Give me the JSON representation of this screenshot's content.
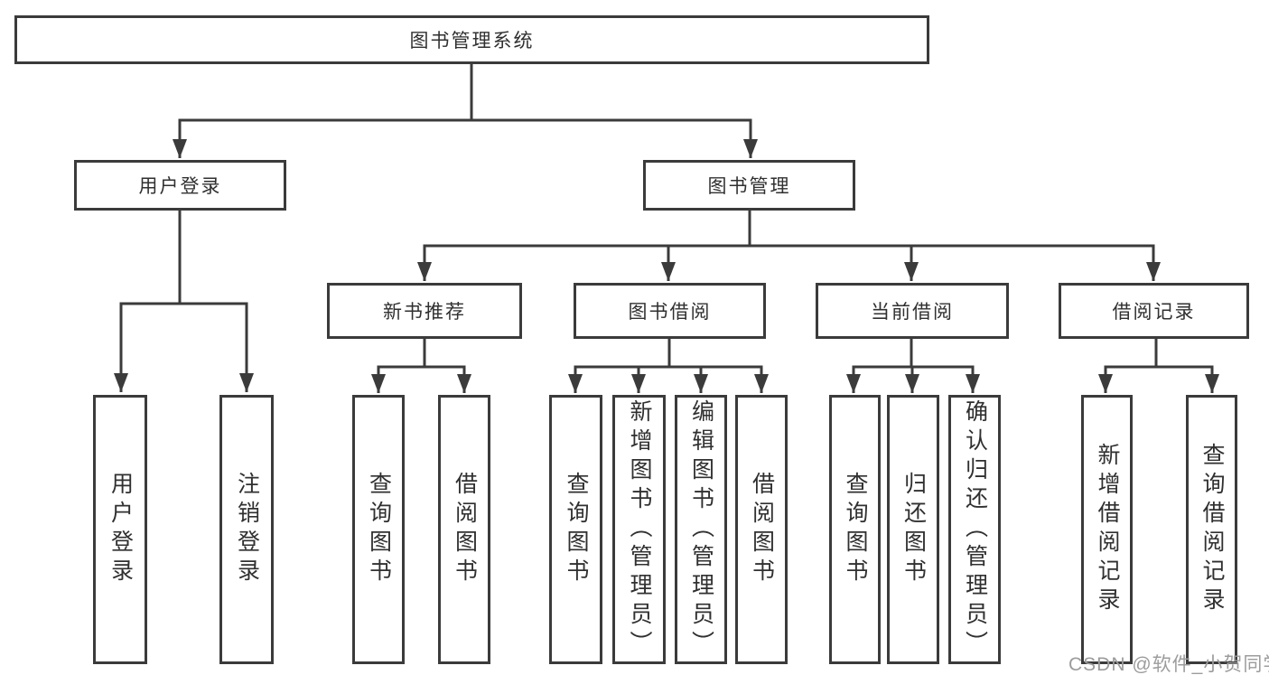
{
  "diagram": {
    "root": {
      "label": "图书管理系统"
    },
    "level2": [
      {
        "label": "用户登录"
      },
      {
        "label": "图书管理"
      }
    ],
    "level3": [
      {
        "label": "新书推荐"
      },
      {
        "label": "图书借阅"
      },
      {
        "label": "当前借阅"
      },
      {
        "label": "借阅记录"
      }
    ],
    "leaves": [
      {
        "label": "用户登录"
      },
      {
        "label": "注销登录"
      },
      {
        "label": "查询图书"
      },
      {
        "label": "借阅图书"
      },
      {
        "label": "查询图书"
      },
      {
        "label": "新增图书（管理员）"
      },
      {
        "label": "编辑图书（管理员）"
      },
      {
        "label": "借阅图书"
      },
      {
        "label": "查询图书"
      },
      {
        "label": "归还图书"
      },
      {
        "label": "确认归还（管理员）"
      },
      {
        "label": "新增借阅记录"
      },
      {
        "label": "查询借阅记录"
      }
    ]
  },
  "watermark": {
    "text": "CSDN @软件_小贺同学"
  },
  "colors": {
    "line": "#3b3b3b",
    "box_border": "#3b3b3b",
    "text": "#303030",
    "watermark": "#9c9c9c",
    "background": "#ffffff"
  }
}
